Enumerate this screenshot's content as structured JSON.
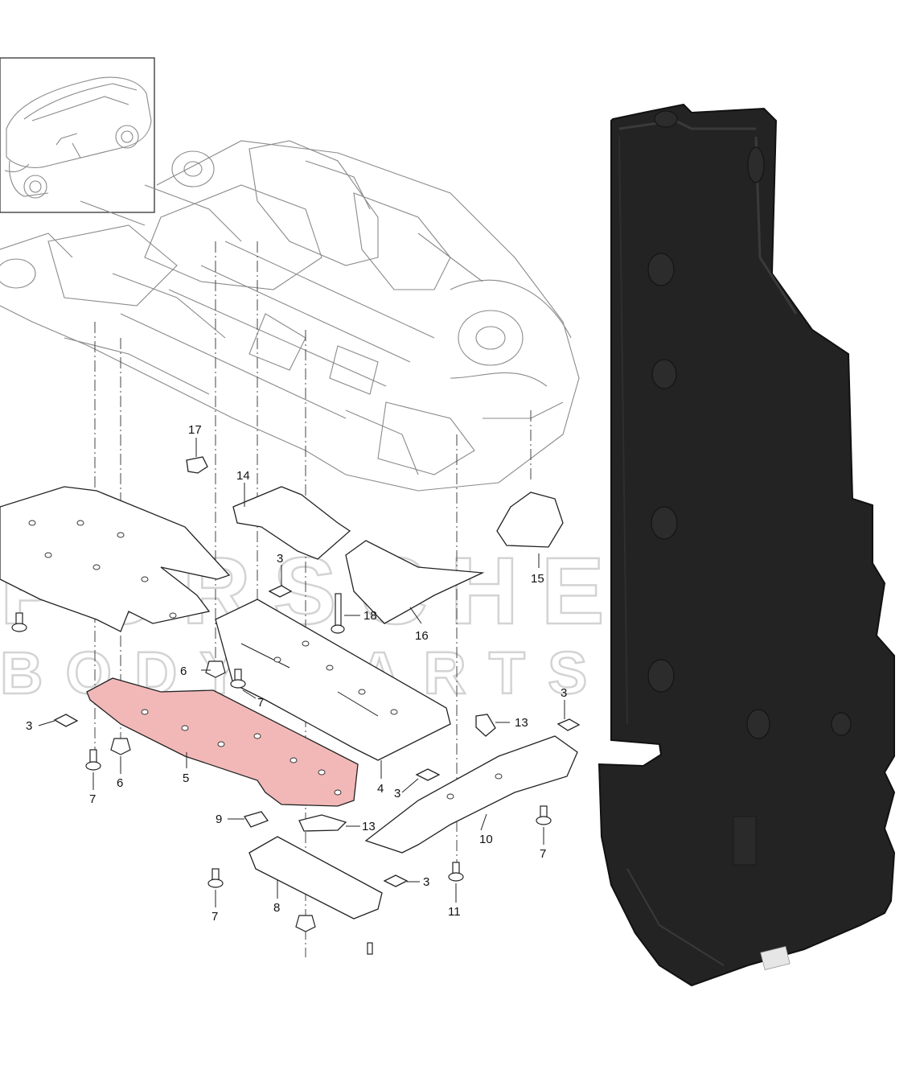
{
  "watermark": {
    "line1": "PORSCHE",
    "line2": "BODY PARTS"
  },
  "highlight_color": "#f2b8b8",
  "photo_color": "#232323",
  "callouts": [
    {
      "id": "c17",
      "text": "17"
    },
    {
      "id": "c14",
      "text": "14"
    },
    {
      "id": "c15",
      "text": "15"
    },
    {
      "id": "c3a",
      "text": "3"
    },
    {
      "id": "c18",
      "text": "18"
    },
    {
      "id": "c16",
      "text": "16"
    },
    {
      "id": "c6a",
      "text": "6"
    },
    {
      "id": "c7a",
      "text": "7"
    },
    {
      "id": "c3b",
      "text": "3"
    },
    {
      "id": "c13a",
      "text": "13"
    },
    {
      "id": "c3c",
      "text": "3"
    },
    {
      "id": "c7b",
      "text": "7"
    },
    {
      "id": "c6b",
      "text": "6"
    },
    {
      "id": "c5",
      "text": "5"
    },
    {
      "id": "c4",
      "text": "4"
    },
    {
      "id": "c3d",
      "text": "3"
    },
    {
      "id": "c9",
      "text": "9"
    },
    {
      "id": "c13b",
      "text": "13"
    },
    {
      "id": "c10",
      "text": "10"
    },
    {
      "id": "c7c",
      "text": "7"
    },
    {
      "id": "c3e",
      "text": "3"
    },
    {
      "id": "c7d",
      "text": "7"
    },
    {
      "id": "c8",
      "text": "8"
    },
    {
      "id": "c11",
      "text": "11"
    }
  ]
}
